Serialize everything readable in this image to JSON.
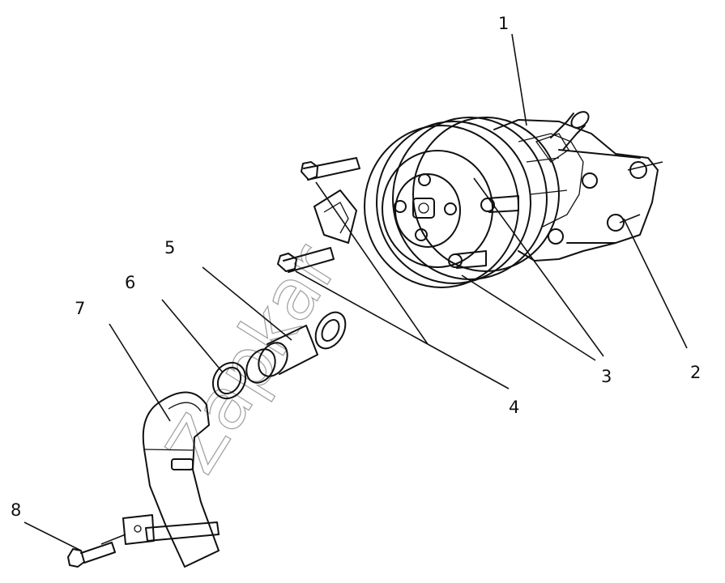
{
  "watermark": "Zapkar",
  "callouts": {
    "c1": "1",
    "c2": "2",
    "c3": "3",
    "c4": "4",
    "c5": "5",
    "c6": "6",
    "c7": "7",
    "c8": "8"
  }
}
